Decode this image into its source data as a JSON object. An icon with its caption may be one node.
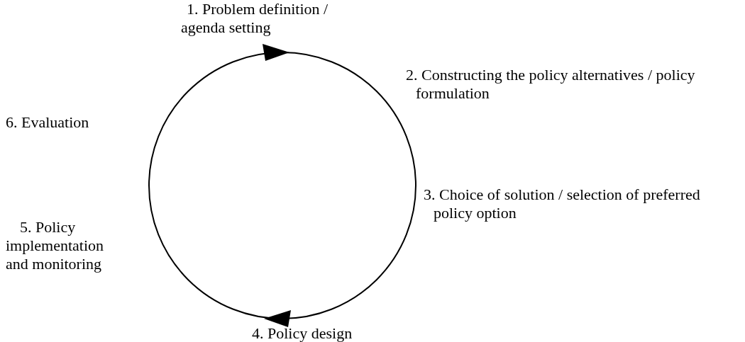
{
  "diagram": {
    "labels": [
      "1. Problem definition / agenda setting",
      "2. Constructing the policy alternatives / policy formulation",
      "3. Choice of solution / selection of preferred policy option",
      "4. Policy design",
      "5. Policy implementation and monitoring",
      "6. Evaluation"
    ]
  }
}
